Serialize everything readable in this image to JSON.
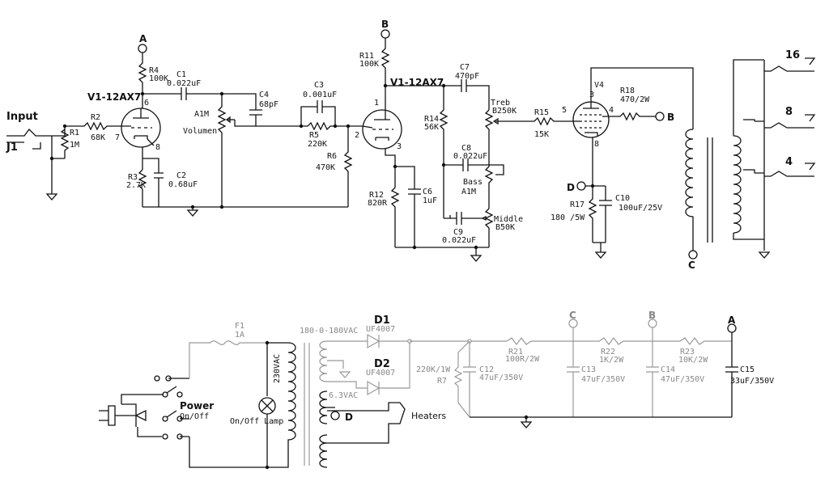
{
  "labels": {
    "input": "Input",
    "j1": "J1",
    "r1": "R1",
    "r1_val": "1M",
    "r2": "R2",
    "r2_val": "68K",
    "v1a": "V1-12AX7",
    "v1b": "V1-12AX7",
    "pin6": "6",
    "pin7": "7",
    "pin8": "8",
    "pin1": "1",
    "pin2": "2",
    "pin3": "3",
    "r4": "R4",
    "r4_val": "100K",
    "c1": "C1",
    "c1_val": "0.022uF",
    "r3": "R3",
    "r3_val": "2.7K",
    "c2": "C2",
    "c2_val": "0.68uF",
    "pot_a1m": "A1M",
    "pot_vol": "Volumen",
    "c4": "C4",
    "c4_val": "68pF",
    "c3": "C3",
    "c3_val": "0.001uF",
    "r5": "R5",
    "r5_val": "220K",
    "r6": "R6",
    "r6_val": "470K",
    "r11": "R11",
    "r11_val": "100K",
    "r12": "R12",
    "r12_val": "820R",
    "c6": "C6",
    "c6_val": "1uF",
    "r14": "R14",
    "r14_val": "56K",
    "c7": "C7",
    "c7_val": "470pF",
    "treb": "Treb",
    "treb_val": "B250K",
    "c8": "C8",
    "c8_val": "0.022uF",
    "bass": "Bass",
    "bass_val": "A1M",
    "c9": "C9",
    "c9_val": "0.022uF",
    "middle": "Middle",
    "middle_val": "B50K",
    "r15": "R15",
    "r15_val": "15K",
    "v4": "V4",
    "v4_pin3": "3",
    "v4_pin4": "4",
    "v4_pin5": "5",
    "v4_pin8": "8",
    "r18": "R18",
    "r18_val": "470/2W",
    "r17": "R17",
    "r17_val": "180 /5W",
    "c10": "C10",
    "c10_val": "100uF/25V",
    "node_a": "A",
    "node_b": "B",
    "node_c": "C",
    "node_d": "D",
    "out16": "16",
    "out8": "8",
    "out4": "4",
    "f1": "F1",
    "f1_val": "1A",
    "power": "Power",
    "onoff": "On/Off",
    "lamp_label": "On/Off Lamp",
    "mains": "230VAC",
    "sec_hv": "180-0-180VAC",
    "d1": "D1",
    "d1_val": "UF4007",
    "d2": "D2",
    "d2_val": "UF4007",
    "sec_heater": "6.3VAC",
    "heaters": "Heaters",
    "r7": "R7",
    "r7_val": "220K/1W",
    "c12": "C12",
    "c12_val": "47uF/350V",
    "r21": "R21",
    "r21_val": "100R/2W",
    "c13": "C13",
    "c13_val": "47uF/350V",
    "r22": "R22",
    "r22_val": "1K/2W",
    "c14": "C14",
    "c14_val": "47uF/350V",
    "r23": "R23",
    "r23_val": "10K/2W",
    "c15": "C15",
    "c15_val": "33uF/350V"
  }
}
